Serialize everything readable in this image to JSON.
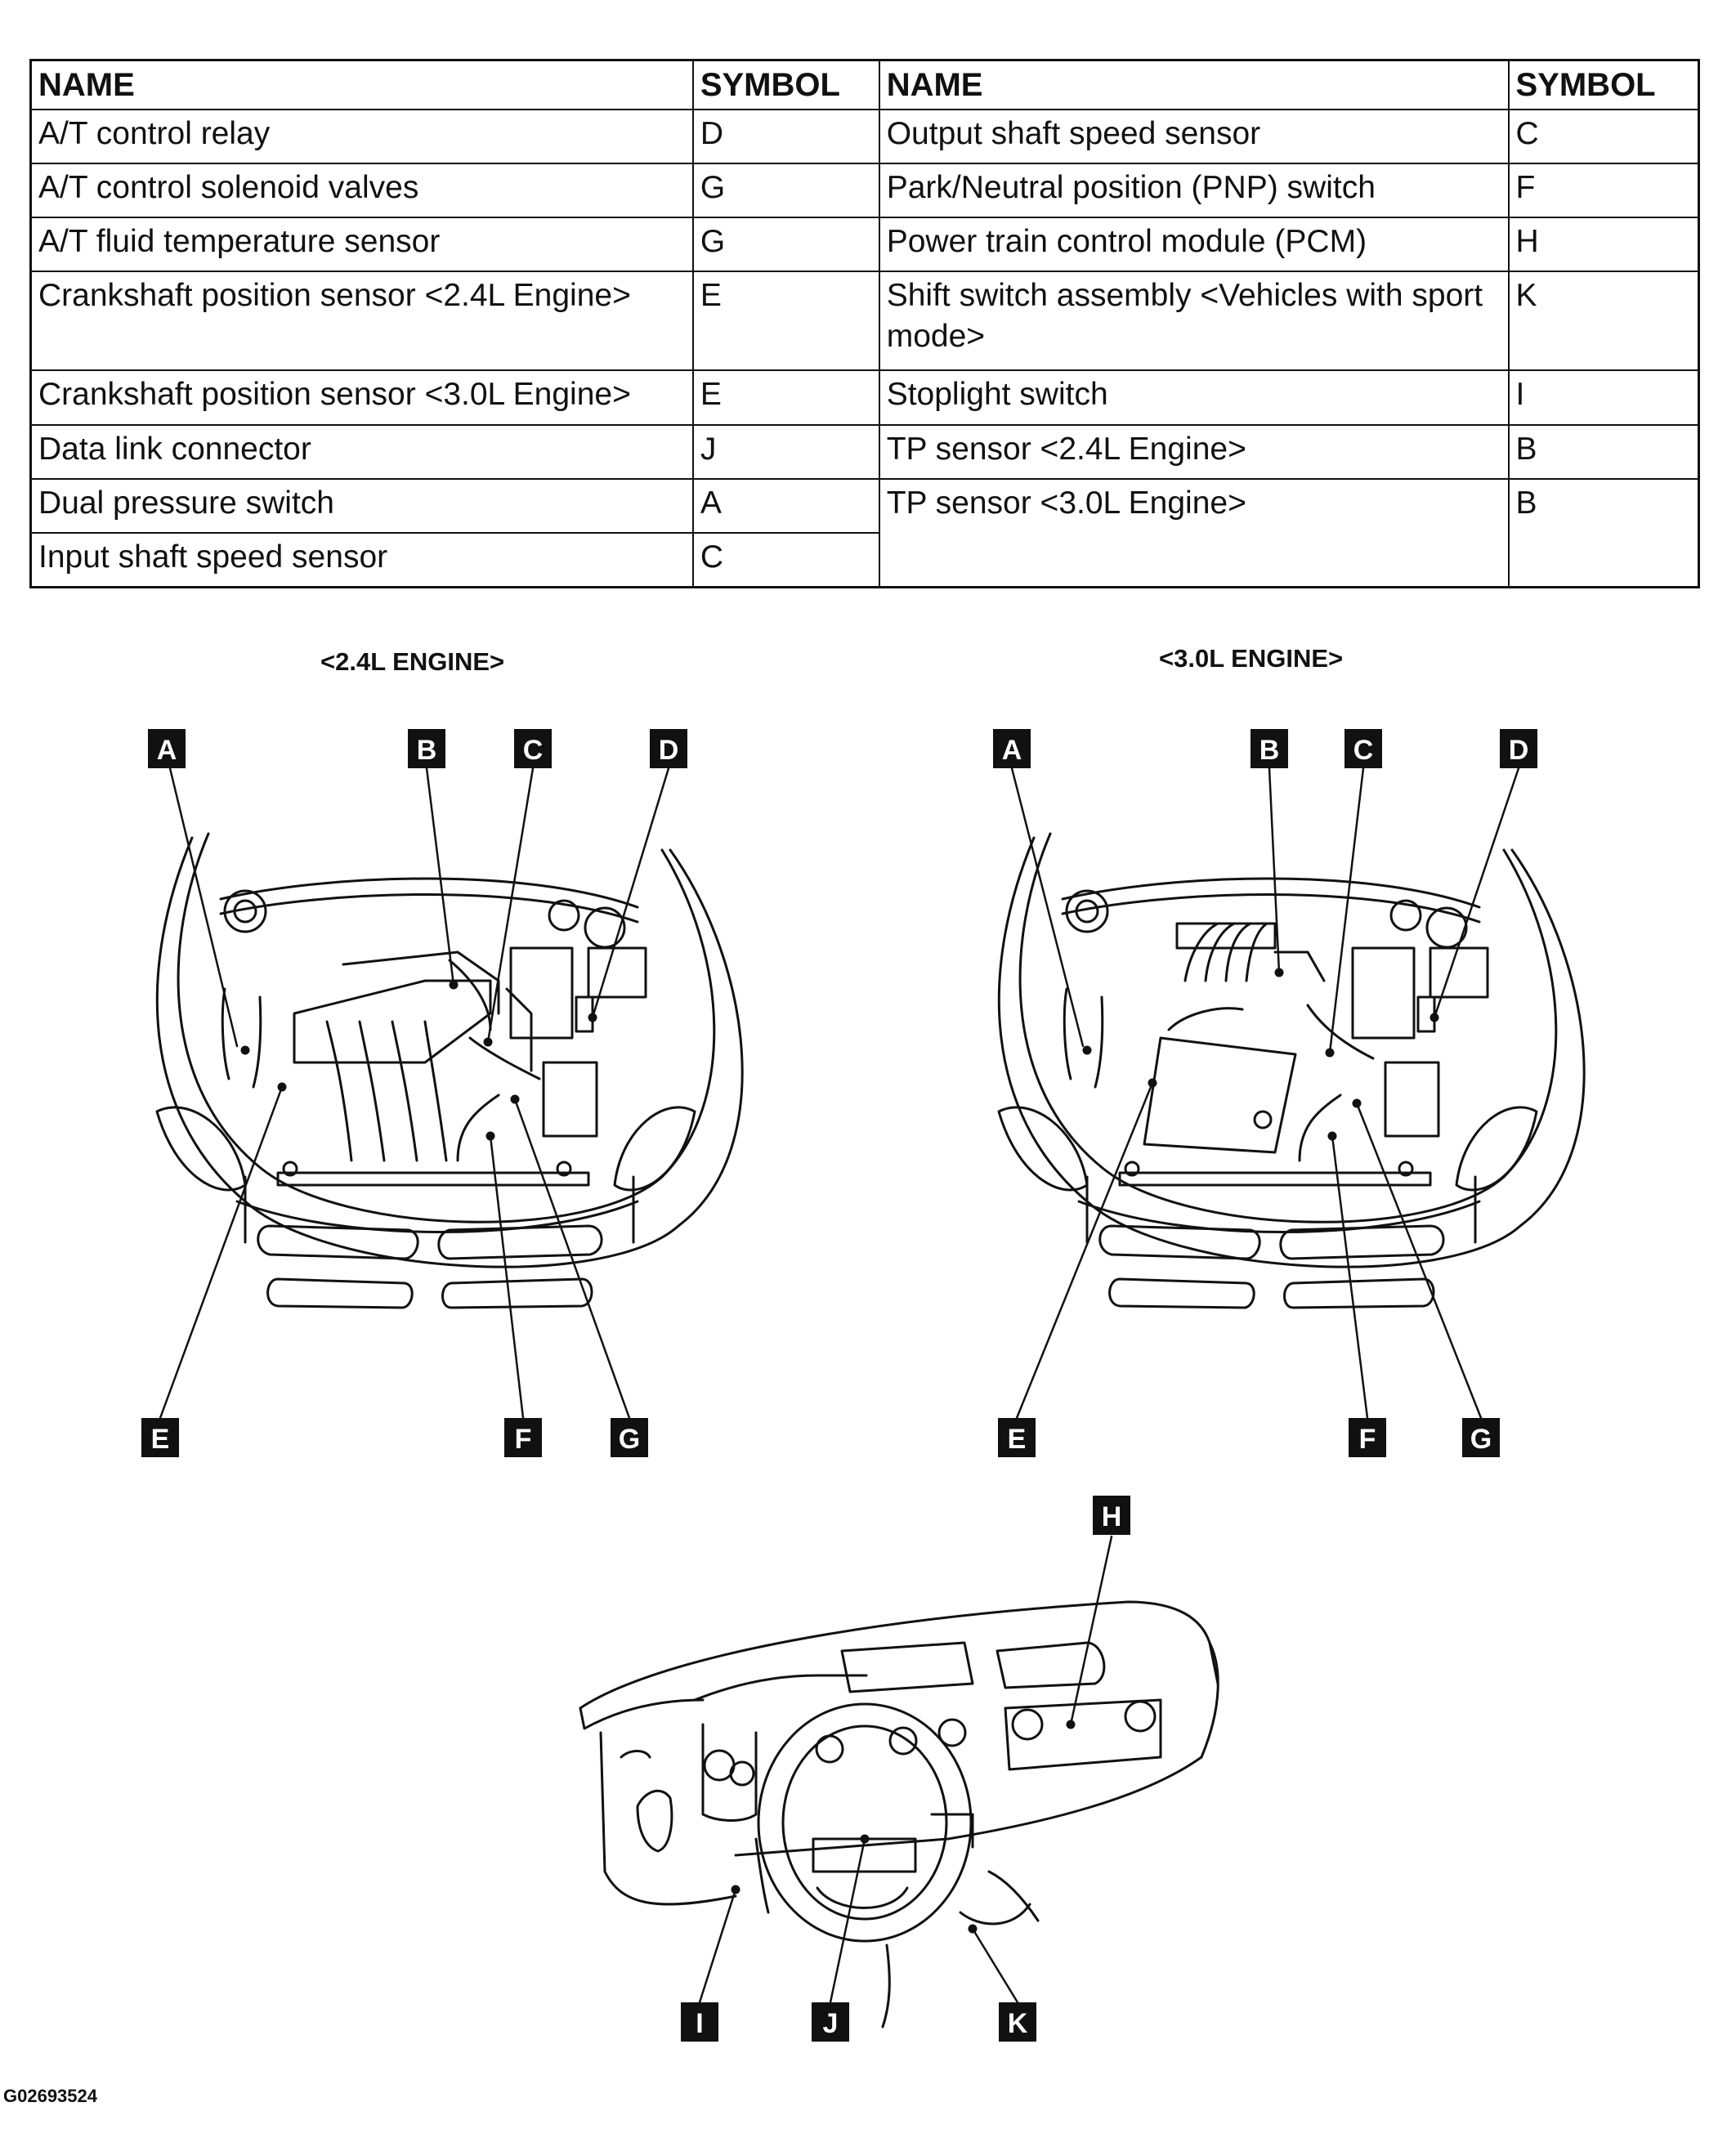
{
  "table": {
    "headers": {
      "name_left": "NAME",
      "symbol_left": "SYMBOL",
      "name_right": "NAME",
      "symbol_right": "SYMBOL"
    },
    "rows": [
      {
        "name_left": "A/T control relay",
        "symbol_left": "D",
        "name_right": "Output shaft speed sensor",
        "symbol_right": "C"
      },
      {
        "name_left": "A/T control solenoid valves",
        "symbol_left": "G",
        "name_right": "Park/Neutral position (PNP) switch",
        "symbol_right": "F"
      },
      {
        "name_left": "A/T fluid temperature sensor",
        "symbol_left": "G",
        "name_right": "Power train control module (PCM)",
        "symbol_right": "H"
      },
      {
        "name_left": "Crankshaft position sensor <2.4L Engine>",
        "symbol_left": "E",
        "name_right": "Shift switch assembly <Vehicles with sport mode>",
        "symbol_right": "K"
      },
      {
        "name_left": "Crankshaft position sensor <3.0L Engine>",
        "symbol_left": "E",
        "name_right": "Stoplight switch",
        "symbol_right": "I"
      },
      {
        "name_left": "Data link connector",
        "symbol_left": "J",
        "name_right": "TP sensor <2.4L Engine>",
        "symbol_right": "B"
      },
      {
        "name_left": "Dual pressure switch",
        "symbol_left": "A",
        "name_right": "TP sensor <3.0L Engine>",
        "symbol_right": "B"
      },
      {
        "name_left": "Input shaft speed sensor",
        "symbol_left": "C",
        "name_right": "",
        "symbol_right": ""
      }
    ]
  },
  "diagrams": {
    "engine_24_title": "<2.4L ENGINE>",
    "engine_30_title": "<3.0L ENGINE>",
    "labels": {
      "a": "A",
      "b": "B",
      "c": "C",
      "d": "D",
      "e": "E",
      "f": "F",
      "g": "G",
      "h": "H",
      "i": "I",
      "j": "J",
      "k": "K"
    }
  },
  "figure_code": "G02693524"
}
